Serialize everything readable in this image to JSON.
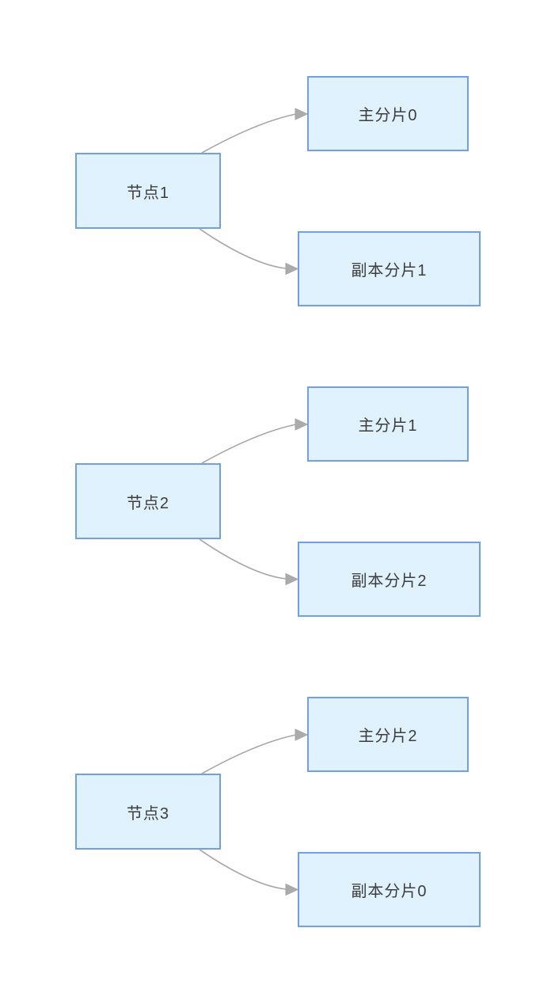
{
  "diagram": {
    "title": "shard-allocation-diagram",
    "groups": [
      {
        "node": "节点1",
        "primary": "主分片0",
        "replica": "副本分片1"
      },
      {
        "node": "节点2",
        "primary": "主分片1",
        "replica": "副本分片2"
      },
      {
        "node": "节点3",
        "primary": "主分片2",
        "replica": "副本分片0"
      }
    ],
    "colors": {
      "background": "#ffffff",
      "box_fill": "#e0f2fd",
      "box_border": "#6f9ff0",
      "text": "#3d3d3d",
      "arrow": "#a6a6a6",
      "arrowhead": "#aaaaaa"
    }
  }
}
